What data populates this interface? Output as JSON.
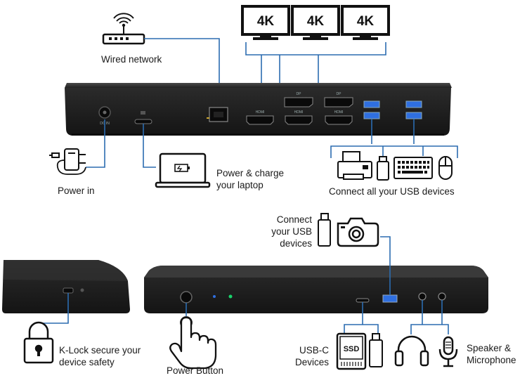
{
  "monitors": [
    "4K",
    "4K",
    "4K"
  ],
  "labels": {
    "wired_network": "Wired network",
    "power_in": "Power in",
    "power_charge_line1": "Power & charge",
    "power_charge_line2": "your laptop",
    "connect_usb_all": "Connect all your USB devices",
    "connect_usb_line1": "Connect",
    "connect_usb_line2": "your USB",
    "connect_usb_line3": "devices",
    "klock_line1": "K-Lock secure your",
    "klock_line2": "device safety",
    "power_button": "Power Button",
    "usbc_line1": "USB-C",
    "usbc_line2": "Devices",
    "speaker_line1": "Speaker &",
    "speaker_line2": "Microphone"
  },
  "ssd_label": "SSD",
  "port_labels": {
    "hdmi": "HDMI",
    "dp": "DP",
    "dcin": "DC IN"
  },
  "colors": {
    "line": "#2b6cb0",
    "dock": "#2a2a2a",
    "dock_face": "#1c1c1c",
    "usb3": "#2f6fe0",
    "led": "#19d36b"
  }
}
